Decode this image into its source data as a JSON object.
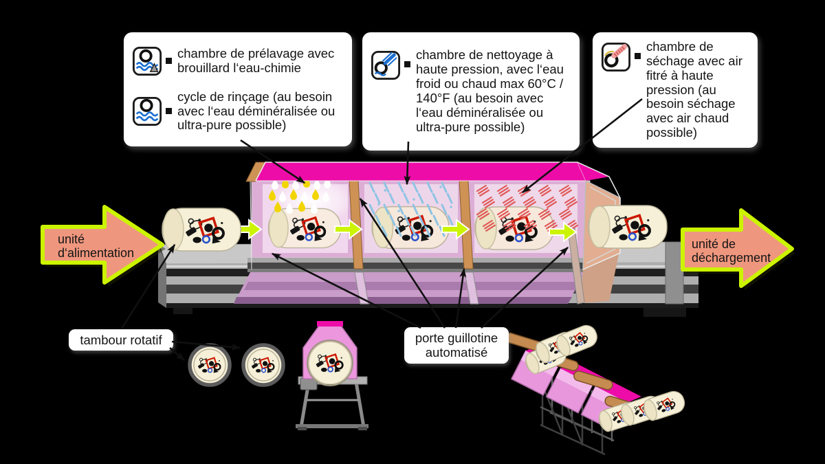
{
  "callouts": [
    {
      "items": [
        {
          "icon": "prewash-tub-icon",
          "text": "chambre de prélavage avec brouillard l‘eau-chimie"
        },
        {
          "icon": "rinse-tub-icon",
          "text": "cycle de rinçage (au besoin avec l‘eau déminéralisée ou ultra-pure possible)"
        }
      ]
    },
    {
      "items": [
        {
          "icon": "high-pressure-nozzle-icon",
          "text": "chambre de nettoyage à haute pression, avec l‘eau froid ou chaud max 60°C / 140°F (au besoin avec l‘eau déminéralisée ou ultra-pure possible)"
        }
      ]
    },
    {
      "items": [
        {
          "icon": "drying-air-icon",
          "text": "chambre de séchage avec air fitré à haute pression (au besoin séchage avec air chaud possible)"
        }
      ]
    }
  ],
  "flow": {
    "input_label": "unité d‘alimentation",
    "output_label": "unité de déchargement"
  },
  "labels": {
    "drum": "tambour rotatif",
    "door": "porte guillotine automatisé"
  },
  "colors": {
    "background": "#000000",
    "magenta": "#ee0ca8",
    "chamber_pink": "#e6bce0",
    "door_tan": "#cf9255",
    "flow_arrow": "#ccf400",
    "big_arrow_fill": "#ef977e",
    "drum_cream": "#f6f0d8",
    "spray_blue": "#8fc4e4",
    "mist_yellow": "#f2d500",
    "dry_red": "#e05858"
  }
}
